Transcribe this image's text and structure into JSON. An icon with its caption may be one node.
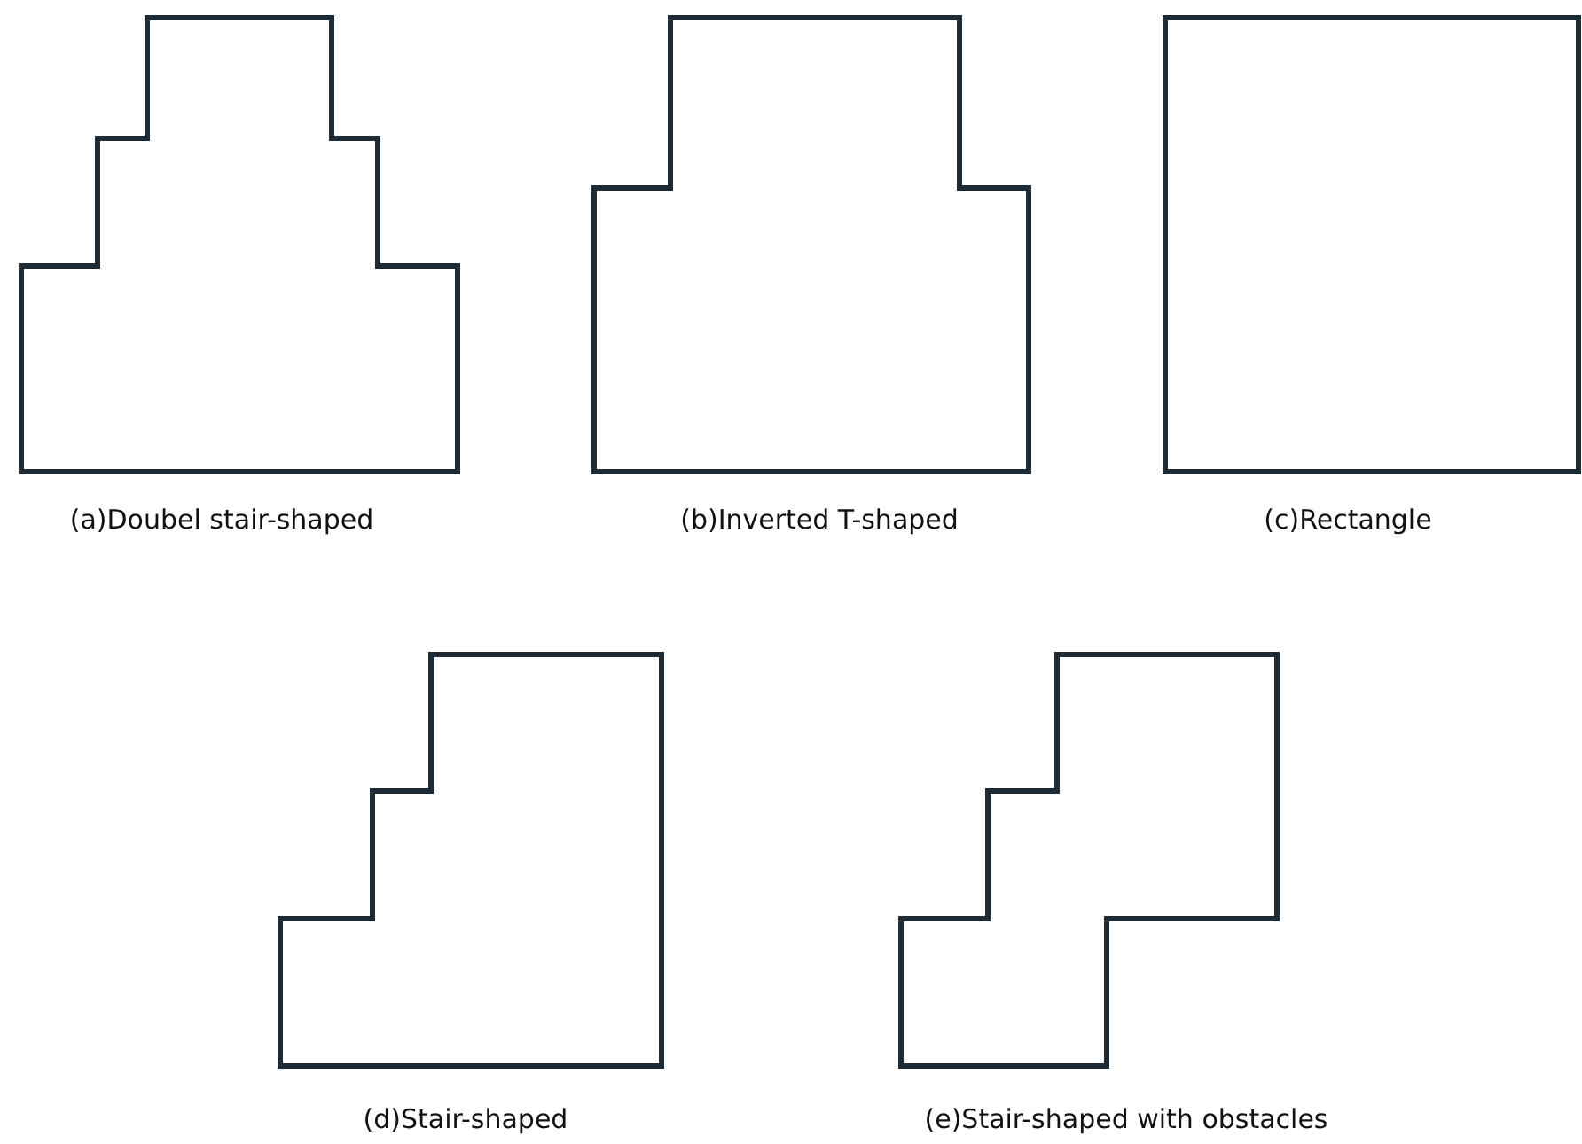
{
  "diagram": {
    "nodes": [
      {
        "text": [
          "(a)Doubel stair-shaped"
        ]
      },
      {
        "text": [
          "(b)Inverted T-shaped"
        ]
      },
      {
        "text": [
          "(c)Rectangle"
        ]
      },
      {
        "text": [
          "(d)Stair-shaped"
        ]
      },
      {
        "text": [
          "(e)Stair-shaped with obstacles"
        ]
      }
    ]
  }
}
